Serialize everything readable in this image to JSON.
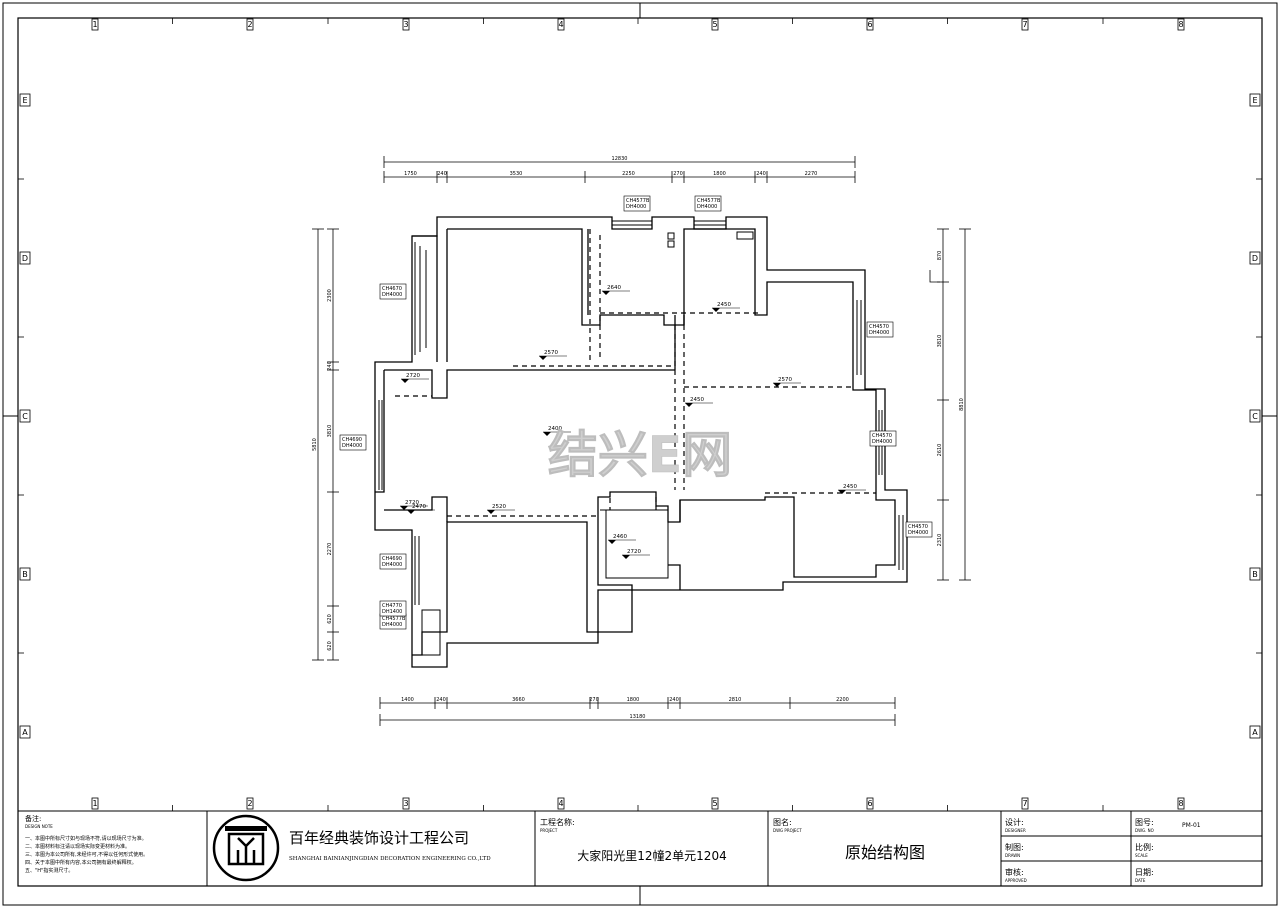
{
  "grid": {
    "columns": [
      "1",
      "2",
      "3",
      "4",
      "5",
      "6",
      "7",
      "8"
    ],
    "rows": [
      "E",
      "D",
      "C",
      "B",
      "A"
    ]
  },
  "dimensions": {
    "top_total": "12830",
    "top_segments": [
      "1750",
      "240",
      "3530",
      "2250",
      "270",
      "1800",
      "240",
      "2270"
    ],
    "bottom_total": "13180",
    "bottom_segments": [
      "1400",
      "240",
      "3660",
      "270",
      "1800",
      "240",
      "2810",
      "2200"
    ],
    "left_total": "5810",
    "left_segments": [
      "2300",
      "240",
      "3810",
      "2270",
      "620",
      "620"
    ],
    "right_total": "8810",
    "right_segments": [
      "870",
      "3810",
      "2610",
      "2310"
    ]
  },
  "openings": [
    {
      "h": "CH4577B",
      "w": "DH4000"
    },
    {
      "h": "CH4577B",
      "w": "DH4000"
    },
    {
      "h": "CH4670",
      "w": "DH4000"
    },
    {
      "h": "CH4570",
      "w": "DH4000"
    },
    {
      "h": "CH4570",
      "w": "DH4000"
    },
    {
      "h": "CH4570",
      "w": "DH4000"
    },
    {
      "h": "CH4577B",
      "w": "DH4000"
    },
    {
      "h": "CH4690",
      "w": "DH4000"
    },
    {
      "h": "CH4690",
      "w": "DH4000"
    },
    {
      "h": "CH4770",
      "w": "DH1400"
    }
  ],
  "level_marks": [
    "2640",
    "2570",
    "2450",
    "2570",
    "2450",
    "2400",
    "2450",
    "2470",
    "2520",
    "2460",
    "2720",
    "2720",
    "2720"
  ],
  "watermark": "结兴E网",
  "notes": {
    "title": "备注:",
    "subtitle": "DESIGN NOTE",
    "lines": [
      "一、本图中所标尺寸如与现场不符,请以现场尺寸为准。",
      "二、本图材料标注请以现场实际变更材料为准。",
      "三、本图为本公司所有,未经许可,不得以任何形式使用。",
      "四、关于本图中所有内容,本公司拥有最终解释权。",
      "五、\"H\"指实测尺寸。"
    ]
  },
  "company": {
    "name_cn": "百年经典装饰设计工程公司",
    "name_en": "SHANGHAI BAINIANJINGDIAN DECORATION ENGINEERING CO.,LTD"
  },
  "project": {
    "label": "工程名称:",
    "label_en": "PROJECT",
    "value": "大家阳光里12幢2单元1204"
  },
  "drawing_name": {
    "label": "图名:",
    "label_en": "DWG PROJECT",
    "value": "原始结构图"
  },
  "roles": {
    "design": "设计:",
    "design_en": "DESIGNER",
    "draw": "制图:",
    "draw_en": "DRAWN",
    "review": "审核:",
    "review_en": "APPROVED"
  },
  "meta": {
    "number_label": "图号:",
    "number_label_en": "DWG. NO",
    "number_value": "PM-01",
    "scale_label": "比例:",
    "scale_label_en": "SCALE",
    "date_label": "日期:",
    "date_label_en": "DATE"
  }
}
